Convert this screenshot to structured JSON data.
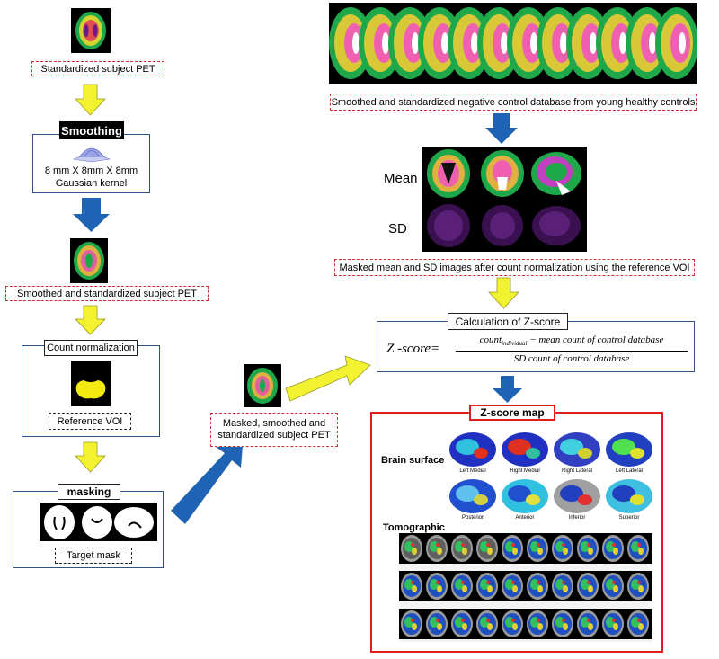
{
  "left": {
    "subject_pet_label": "Standardized subject PET",
    "smoothing_title": "Smoothing",
    "smoothing_line1": "8 mm X 8mm X 8mm",
    "smoothing_line2": "Gaussian kernel",
    "smoothed_label": "Smoothed and standardized subject PET",
    "count_norm_title": "Count normalization",
    "reference_voi": "Reference VOI",
    "masking_title": "masking",
    "target_mask": "Target mask"
  },
  "middle": {
    "masked_label": "Masked, smoothed and standardized subject PET"
  },
  "right": {
    "database_label": "Smoothed and standardized negative control database from young healthy controls",
    "mean_label": "Mean",
    "sd_label": "SD",
    "masked_mean_label": "Masked mean and SD images after count normalization using the reference VOI",
    "zscore_title": "Calculation of Z-score",
    "formula": {
      "lhs": "Z -score=",
      "numerator_base": "count",
      "numerator_sub": "individual",
      "numerator_rest": " − mean count of control database",
      "denominator": "SD count of control database"
    },
    "zmap_title": "Z-score map",
    "brain_surface": "Brain surface",
    "tomographic": "Tomographic",
    "views": [
      "Left Medial",
      "Right Medial",
      "Right Lateral",
      "Left Lateral",
      "Posterior",
      "Anterior",
      "Inferior",
      "Superior"
    ]
  },
  "colors": {
    "arrow_yellow": "#f2f230",
    "arrow_blue": "#1f64b4",
    "red_border": "#e02020",
    "box_blue": "#2f4f8f"
  }
}
